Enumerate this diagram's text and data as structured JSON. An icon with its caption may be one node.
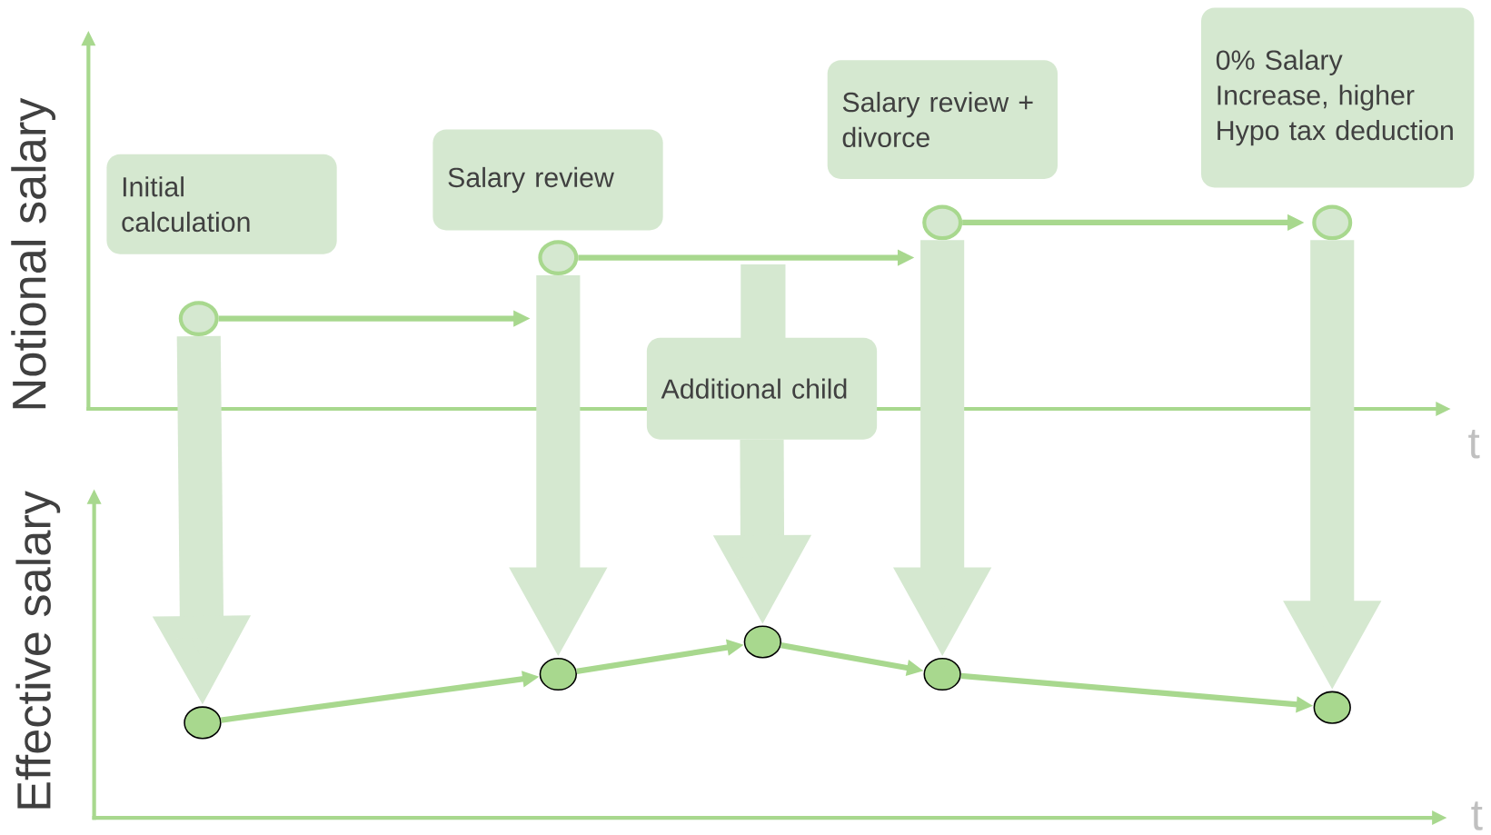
{
  "diagram": {
    "nodes": [
      {
        "text": [
          "Initial calculation"
        ]
      },
      {
        "text": [
          "Salary review"
        ]
      },
      {
        "text": [
          "Additional child"
        ]
      },
      {
        "text": [
          "Salary review + divorce"
        ]
      },
      {
        "text": [
          "0% Salary Increase, higher Hypo tax deduction"
        ]
      },
      {
        "text": [],
        "shape": "circle"
      },
      {
        "text": [],
        "shape": "circle"
      },
      {
        "text": [],
        "shape": "circle"
      },
      {
        "text": [],
        "shape": "circle"
      },
      {
        "text": [],
        "shape": "circle"
      },
      {
        "text": [],
        "shape": "circle"
      },
      {
        "text": [],
        "shape": "circle"
      },
      {
        "text": [],
        "shape": "circle"
      },
      {
        "text": [],
        "shape": "circle"
      }
    ],
    "edges": [
      {
        "from": 5,
        "to": 6,
        "arrow": "to"
      },
      {
        "from": 6,
        "to": 7,
        "arrow": "to"
      },
      {
        "from": 7,
        "to": 8,
        "arrow": "to"
      },
      {
        "from": 5,
        "to": 9,
        "arrow": "to",
        "style": "thick",
        "color": "#d5e8d0"
      },
      {
        "from": 6,
        "to": 10,
        "arrow": "to",
        "style": "thick",
        "color": "#d5e8d0"
      },
      {
        "from": 2,
        "to": 11,
        "arrow": "to",
        "style": "thick",
        "color": "#d5e8d0"
      },
      {
        "from": 7,
        "to": 12,
        "arrow": "to",
        "style": "thick",
        "color": "#d5e8d0"
      },
      {
        "from": 8,
        "to": 13,
        "arrow": "to",
        "style": "thick",
        "color": "#d5e8d0"
      },
      {
        "from": 9,
        "to": 10,
        "arrow": "to"
      },
      {
        "from": 10,
        "to": 11,
        "arrow": "to"
      },
      {
        "from": 11,
        "to": 12,
        "arrow": "to"
      },
      {
        "from": 12,
        "to": 13,
        "arrow": "to"
      }
    ],
    "labels": [
      "Notional salary",
      "t",
      "Effective salary",
      "t"
    ]
  }
}
